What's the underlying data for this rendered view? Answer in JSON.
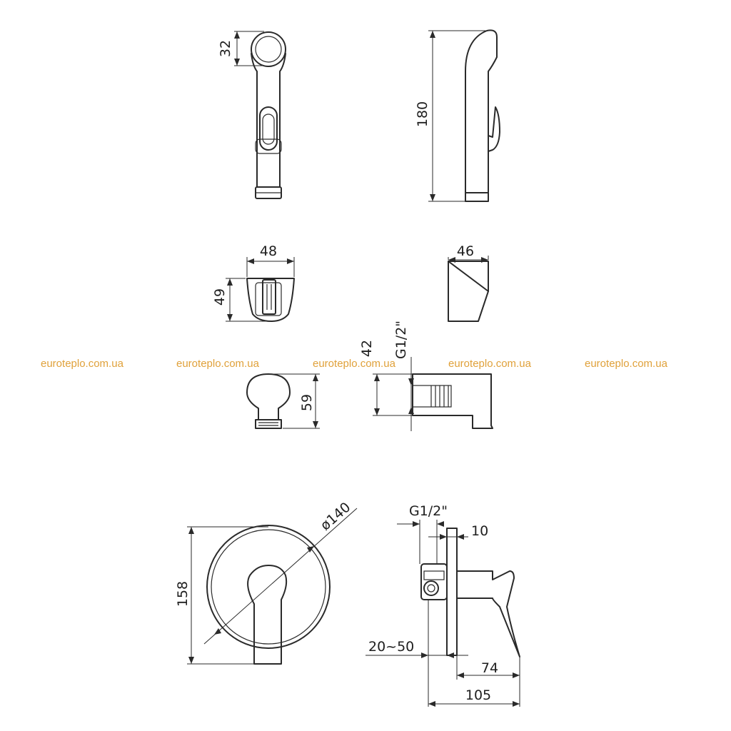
{
  "watermark": {
    "text": "euroteplo.com.ua",
    "color": "#e0a13a"
  },
  "dimensions": {
    "spray_head_diameter": "32",
    "spray_length": "180",
    "holder_width": "48",
    "holder_height": "49",
    "holder_depth": "46",
    "connector_height": "59",
    "connector_offset": "42",
    "connector_thread": "G1/2\"",
    "plate_diameter": "ø140",
    "plate_height": "158",
    "mixer_thread": "G1/2\"",
    "plate_thickness": "10",
    "wall_depth": "20~50",
    "handle_projection": "74",
    "total_depth": "105"
  }
}
